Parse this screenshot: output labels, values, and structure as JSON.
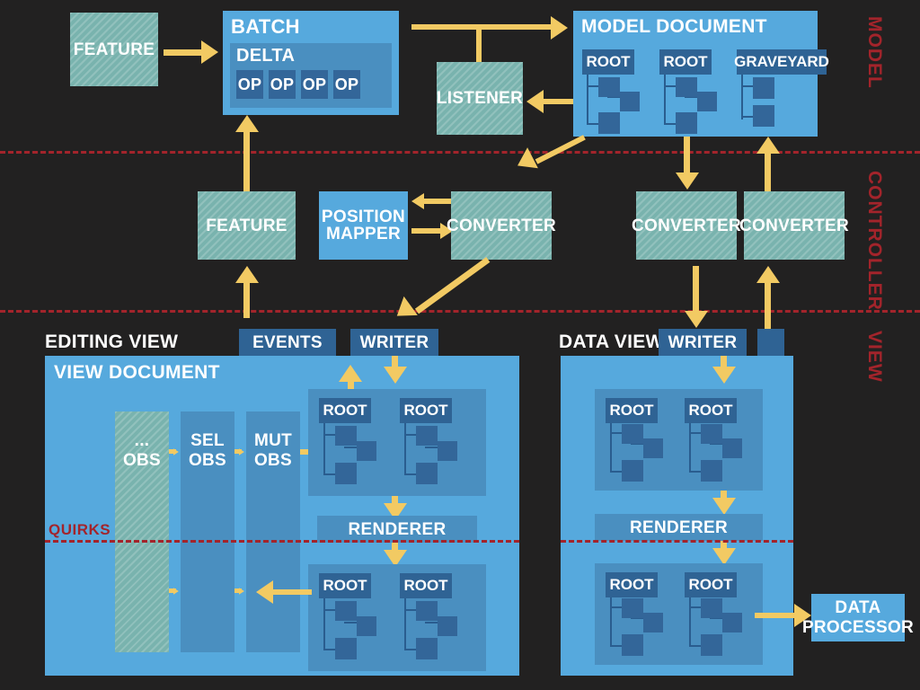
{
  "layers": [
    {
      "id": "model",
      "label": "MODEL"
    },
    {
      "id": "controller",
      "label": "CONTROLLER"
    },
    {
      "id": "view",
      "label": "VIEW"
    }
  ],
  "model": {
    "feature": {
      "label": "FEATURE"
    },
    "batch": {
      "title": "BATCH",
      "delta": {
        "title": "DELTA",
        "ops": [
          "OP",
          "OP",
          "OP",
          "OP"
        ]
      }
    },
    "listener": {
      "label": "LISTENER"
    },
    "model_document": {
      "title": "MODEL DOCUMENT",
      "trees": [
        {
          "label": "ROOT"
        },
        {
          "label": "ROOT"
        },
        {
          "label": "GRAVEYARD"
        }
      ]
    }
  },
  "controller": {
    "feature": {
      "label": "FEATURE"
    },
    "position_mapper": {
      "label": "POSITION\nMAPPER"
    },
    "converter_editing": {
      "label": "CONVERTER"
    },
    "converter_data_down": {
      "label": "CONVERTER"
    },
    "converter_data_up": {
      "label": "CONVERTER"
    }
  },
  "view": {
    "editing_view": {
      "title": "EDITING VIEW",
      "events": {
        "label": "EVENTS"
      },
      "writer": {
        "label": "WRITER"
      },
      "view_document": {
        "title": "VIEW DOCUMENT"
      },
      "observers": [
        {
          "label": "...\nOBS",
          "style": "teal"
        },
        {
          "label": "SEL\nOBS",
          "style": "blue"
        },
        {
          "label": "MUT\nOBS",
          "style": "blue"
        }
      ],
      "quirks": {
        "label": "QUIRKS"
      },
      "renderer": {
        "label": "RENDERER"
      },
      "upper_trees": [
        {
          "label": "ROOT"
        },
        {
          "label": "ROOT"
        }
      ],
      "lower_trees": [
        {
          "label": "ROOT"
        },
        {
          "label": "ROOT"
        }
      ]
    },
    "data_view": {
      "title": "DATA VIEW",
      "writer": {
        "label": "WRITER"
      },
      "renderer": {
        "label": "RENDERER"
      },
      "upper_trees": [
        {
          "label": "ROOT"
        },
        {
          "label": "ROOT"
        }
      ],
      "lower_trees": [
        {
          "label": "ROOT"
        },
        {
          "label": "ROOT"
        }
      ]
    },
    "data_processor": {
      "label": "DATA\nPROCESSOR"
    }
  },
  "colors": {
    "background": "#222121",
    "accent_red": "#a3242b",
    "arrow_yellow": "#f2ca63",
    "teal": "#79b3ae",
    "light_blue": "#56a9dd",
    "mid_blue": "#4a8fc0",
    "dark_blue": "#336699"
  }
}
